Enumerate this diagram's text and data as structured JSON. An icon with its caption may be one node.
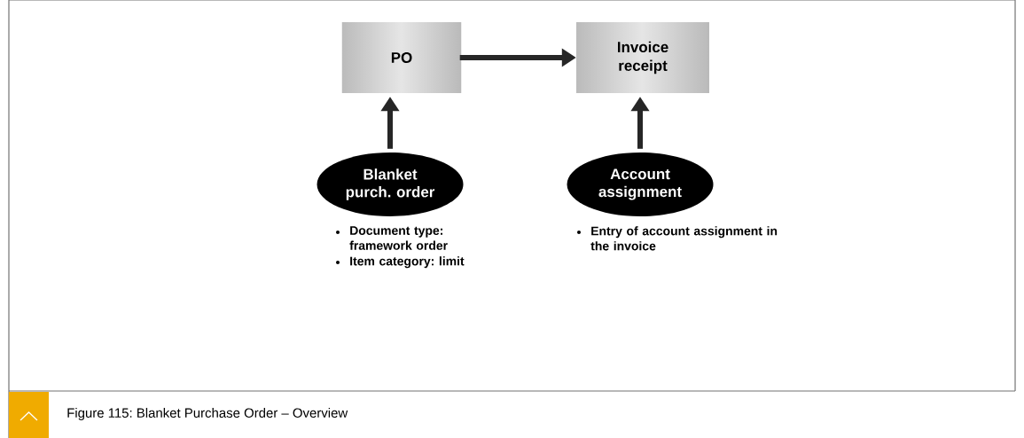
{
  "diagram": {
    "caption": "Figure 115: Blanket Purchase Order – Overview",
    "nodes": [
      {
        "text": [
          "PO"
        ]
      },
      {
        "text": [
          "Invoice receipt"
        ]
      },
      {
        "text": [
          "Blanket purch. order"
        ],
        "beside": [
          "Document type: framework order",
          "Item category: limit"
        ]
      },
      {
        "text": [
          "Account assignment"
        ],
        "beside": [
          "Entry of account assignment in the invoice"
        ]
      }
    ],
    "edges": [
      {
        "from": 0,
        "to": 1,
        "arrow": "to"
      },
      {
        "from": 2,
        "to": 0,
        "arrow": "to"
      },
      {
        "from": 3,
        "to": 1,
        "arrow": "to"
      }
    ]
  }
}
